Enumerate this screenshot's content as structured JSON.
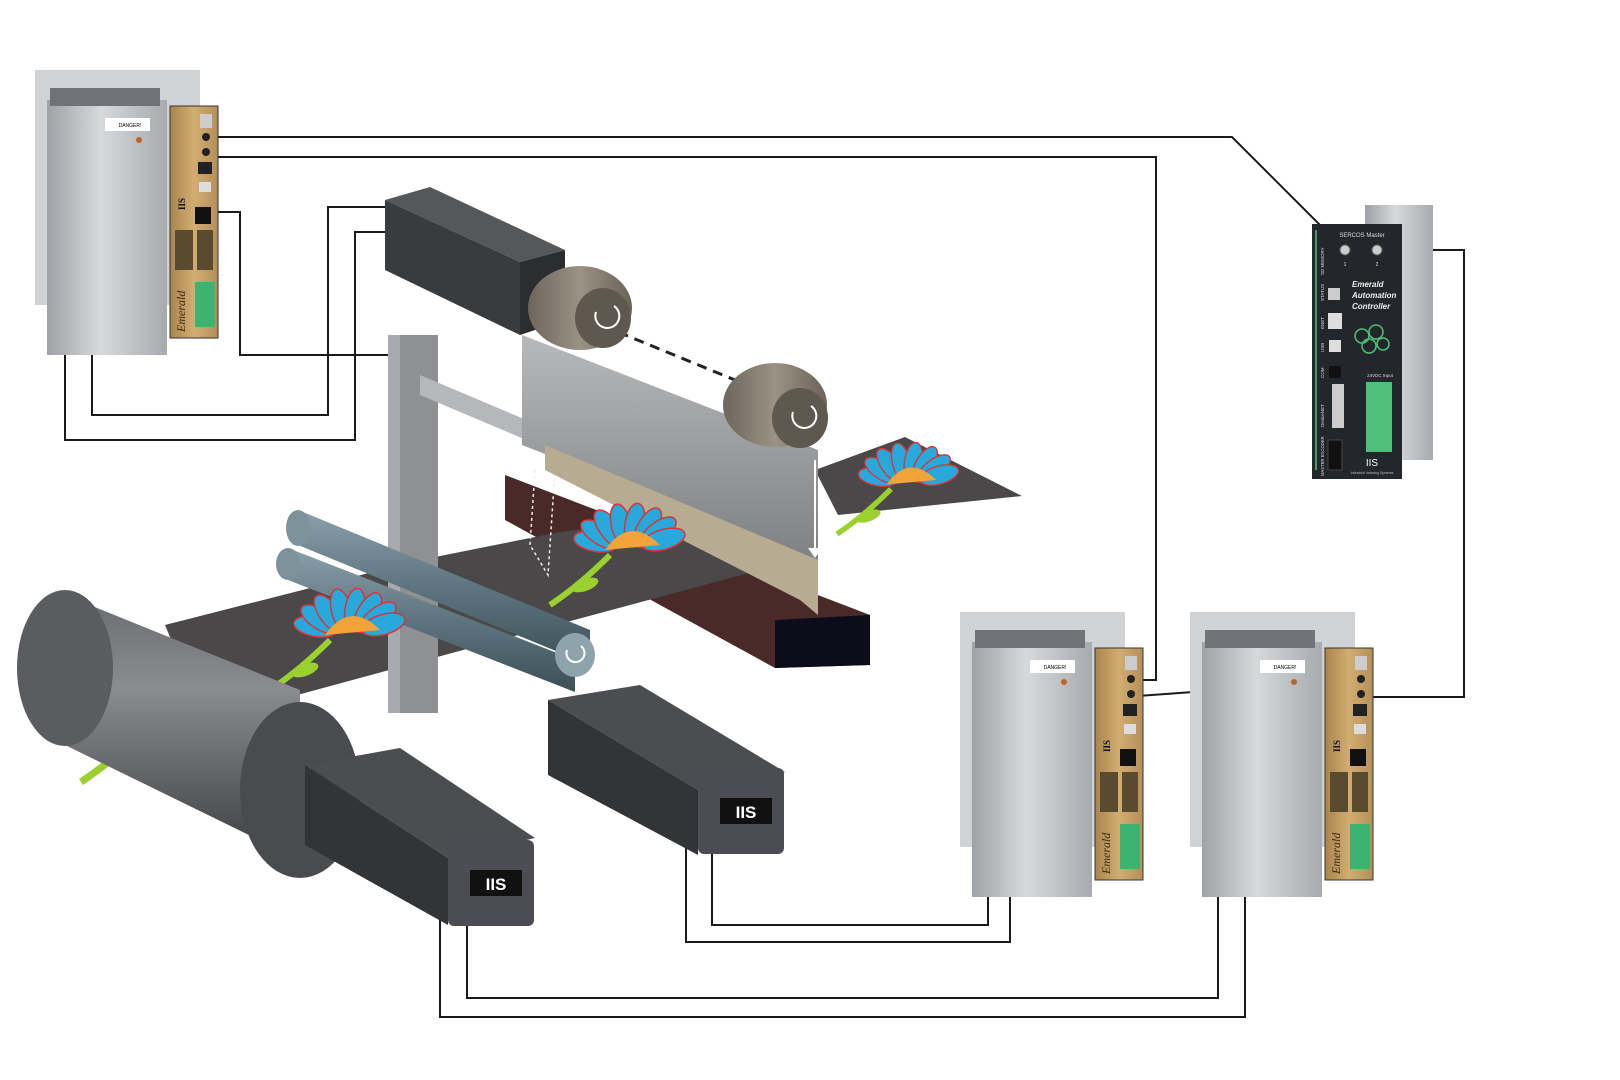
{
  "controller": {
    "header": "SERCOS Master",
    "port_labels": [
      "1",
      "2"
    ],
    "title_lines": [
      "Emerald",
      "Automation",
      "Controller"
    ],
    "side_labels": [
      "SD MEMORY",
      "STATUS",
      "ENET",
      "USB",
      "COM",
      "DeviceNET",
      "MASTER ENCODER"
    ],
    "power_label": "24VDC Input",
    "logo": "IIS",
    "footer": "Industrial Indexing Systems"
  },
  "drives": {
    "warning_label": "DANGER!",
    "brand_script": "Emerald",
    "logo": "IIS",
    "count": 3
  },
  "motors": {
    "logo": "IIS"
  },
  "colors": {
    "drive_panel": "#c9a46a",
    "drive_body": "#b9bcc0",
    "controller_body": "#23272b",
    "controller_accent": "#4fbf7a",
    "motor": "#3a3b3d",
    "web": "#4a4848",
    "flower_blue": "#29a8dc",
    "flower_orange": "#f2a33a",
    "stem_green": "#9bd12e",
    "roller": "#5e7580",
    "knife_bar": "#9a9b9d",
    "anvil": "#4a2a28"
  }
}
